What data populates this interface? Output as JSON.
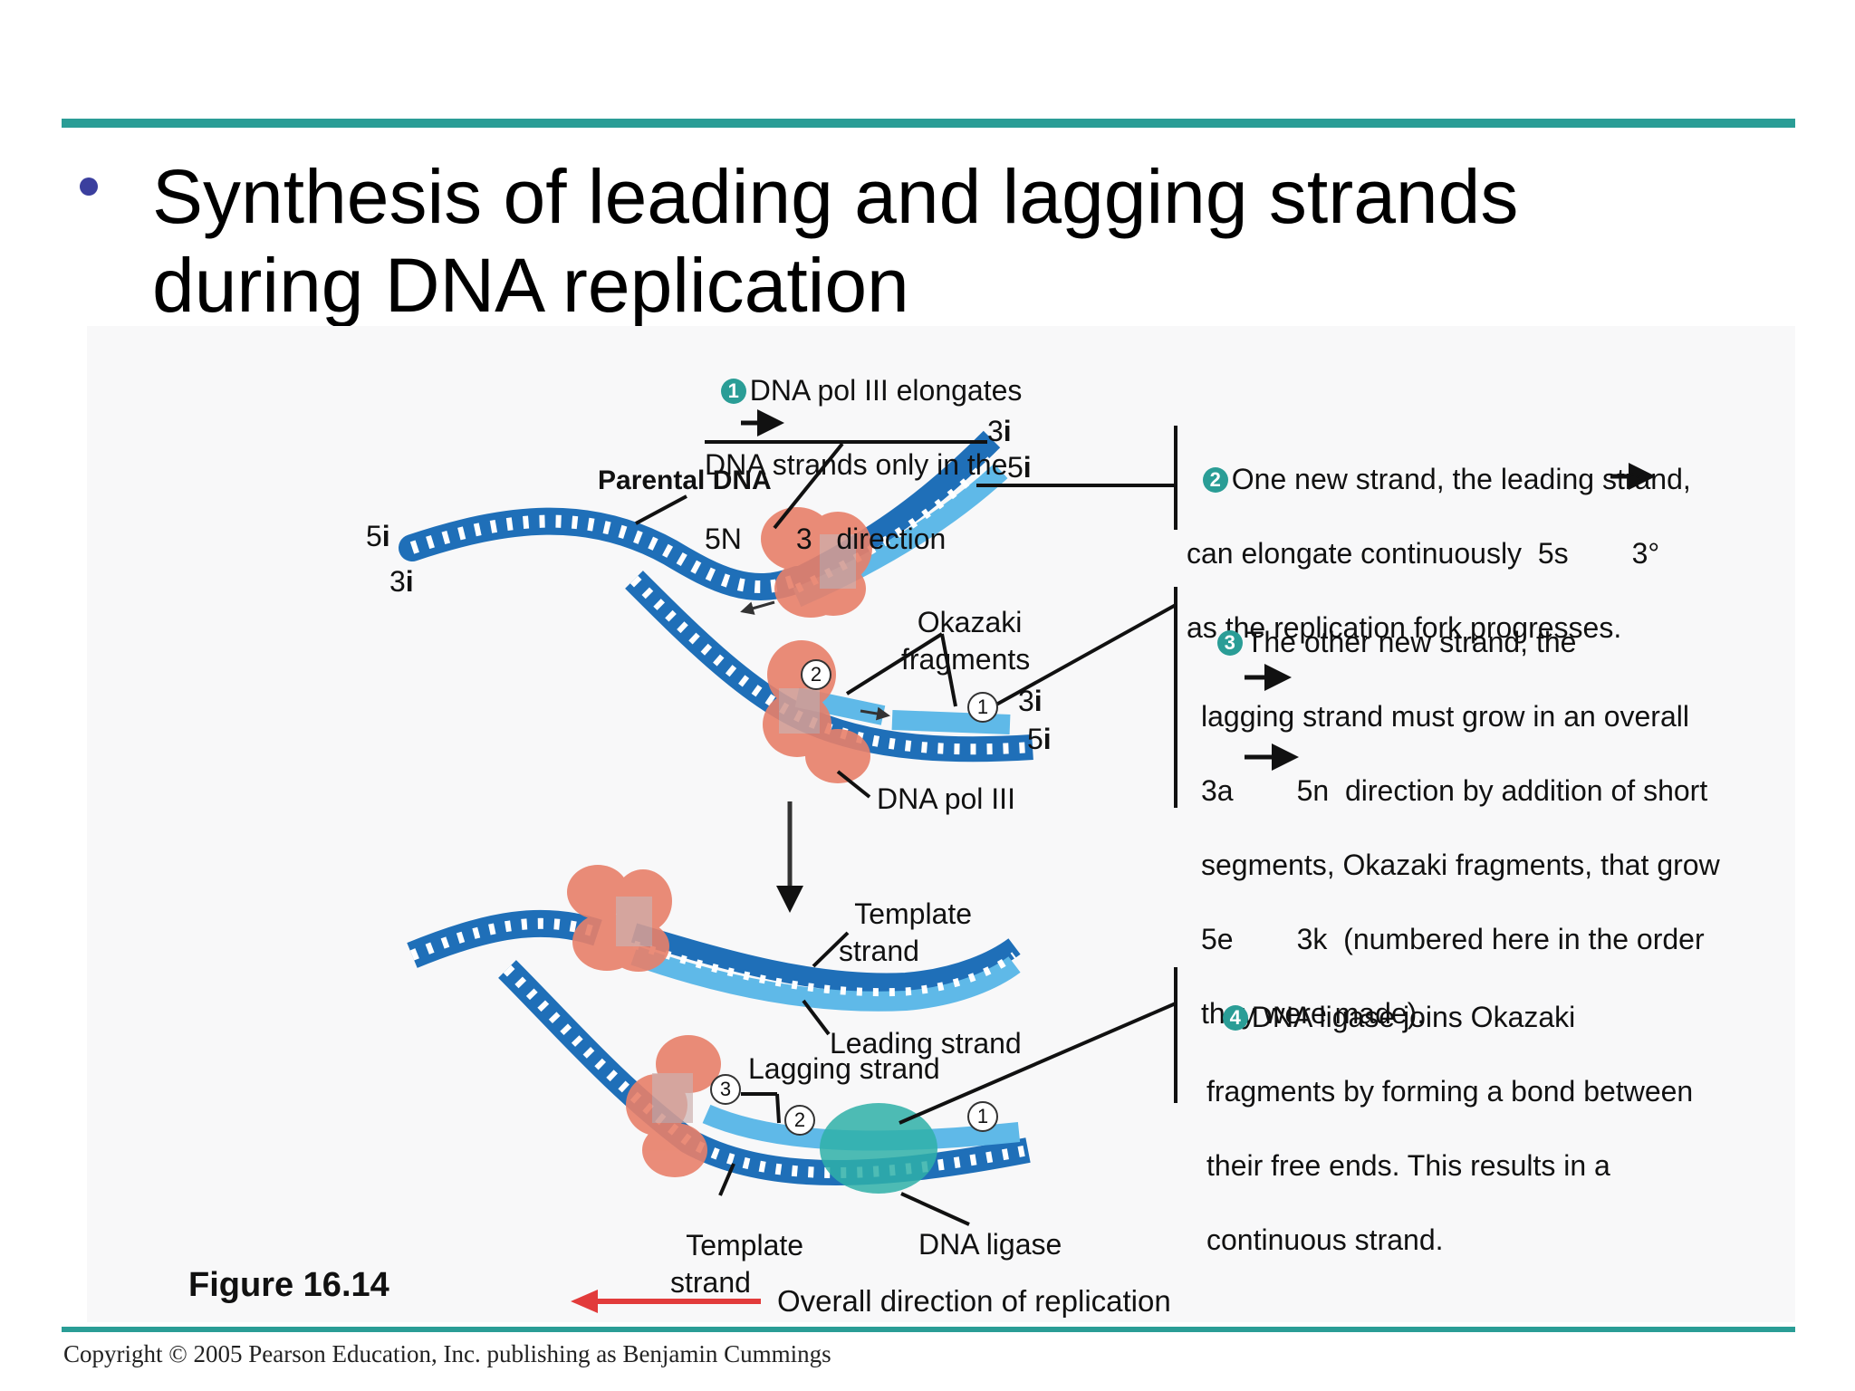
{
  "slide": {
    "title_line1": "Synthesis of leading and lagging strands",
    "title_line2": "during DNA replication",
    "figure_label": "Figure 16.14",
    "overall_direction": "Overall direction of replication",
    "copyright": "Copyright © 2005 Pearson Education, Inc. publishing as Benjamin Cummings"
  },
  "colors": {
    "accent_rule": "#2a9d96",
    "bullet": "#3b3f9e",
    "strand_dark": "#1f6fb8",
    "strand_light": "#5fb9e8",
    "polymerase": "#e8806a",
    "ligase": "#2fb0a8",
    "arrow_red": "#e23b3b"
  },
  "steps": {
    "step1": {
      "num": "1",
      "l1": "DNA pol III elongates",
      "l2": "DNA strands only in the",
      "l3a": "5N",
      "l3b": "3   direction"
    },
    "step2": {
      "num": "2",
      "l1": "One new strand, the leading strand,",
      "l2a": "can elongate continuously  5s",
      "l2b": "3°",
      "l3": "as the replication fork progresses."
    },
    "step3": {
      "num": "3",
      "l1": "The other new strand, the",
      "l2": "lagging strand must grow in an overall",
      "l3a": "3a",
      "l3b": "5n  direction by addition of short",
      "l4": "segments, Okazaki fragments, that grow",
      "l5a": "5e",
      "l5b": "3k  (numbered here in the order",
      "l6": "they were made)."
    },
    "step4": {
      "num": "4",
      "l1": "DNA ligase joins Okazaki",
      "l2": "fragments by forming a bond between",
      "l3": "their free ends. This results in a",
      "l4": "continuous strand."
    }
  },
  "labels": {
    "parental_dna": "Parental DNA",
    "okazaki_l1": "Okazaki",
    "okazaki_l2": "fragments",
    "dna_pol_iii": "DNA pol III",
    "template_top_l1": "Template",
    "template_top_l2": "strand",
    "leading_strand": "Leading strand",
    "lagging_strand": "Lagging strand",
    "template_bottom_l1": "Template",
    "template_bottom_l2": "strand",
    "dna_ligase": "DNA ligase"
  },
  "ends": {
    "left_5": "5",
    "left_3": "3",
    "suffix": "i",
    "top_right_3": "3",
    "top_right_5": "5",
    "mid_right_3": "3",
    "mid_right_5": "5"
  },
  "fragment_numbers": {
    "top_frag1": "1",
    "top_frag2": "2",
    "bot_frag1": "1",
    "bot_frag2": "2",
    "bot_frag3": "3"
  }
}
